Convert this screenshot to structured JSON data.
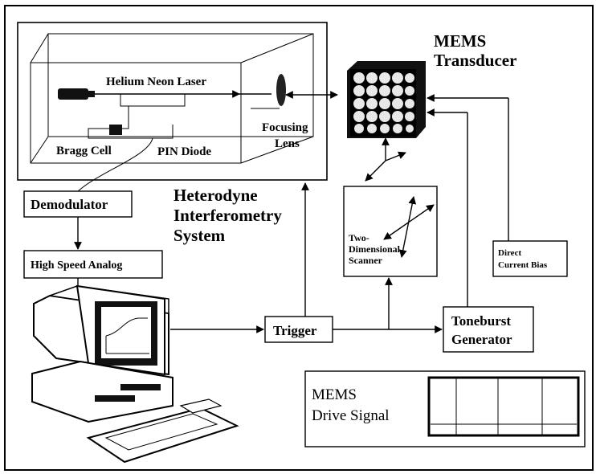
{
  "labels": {
    "helium_neon_laser": "Helium Neon Laser",
    "bragg_cell": "Bragg Cell",
    "pin_diode": "PIN Diode",
    "focusing": "Focusing",
    "lens": "Lens",
    "mems_line1": "MEMS",
    "mems_line2": "Transducer",
    "heterodyne_line1": "Heterodyne",
    "heterodyne_line2": "Interferometry",
    "heterodyne_line3": "System",
    "demodulator": "Demodulator",
    "high_speed_analog": "High Speed Analog",
    "scanner_line1": "Two-",
    "scanner_line2": "Dimensional",
    "scanner_line3": "Scanner",
    "dc_bias_line1": "Direct",
    "dc_bias_line2": "Current Bias",
    "trigger": "Trigger",
    "toneburst_line1": "Toneburst",
    "toneburst_line2": "Generator",
    "drive_signal_line1": "MEMS",
    "drive_signal_line2": "Drive Signal"
  }
}
